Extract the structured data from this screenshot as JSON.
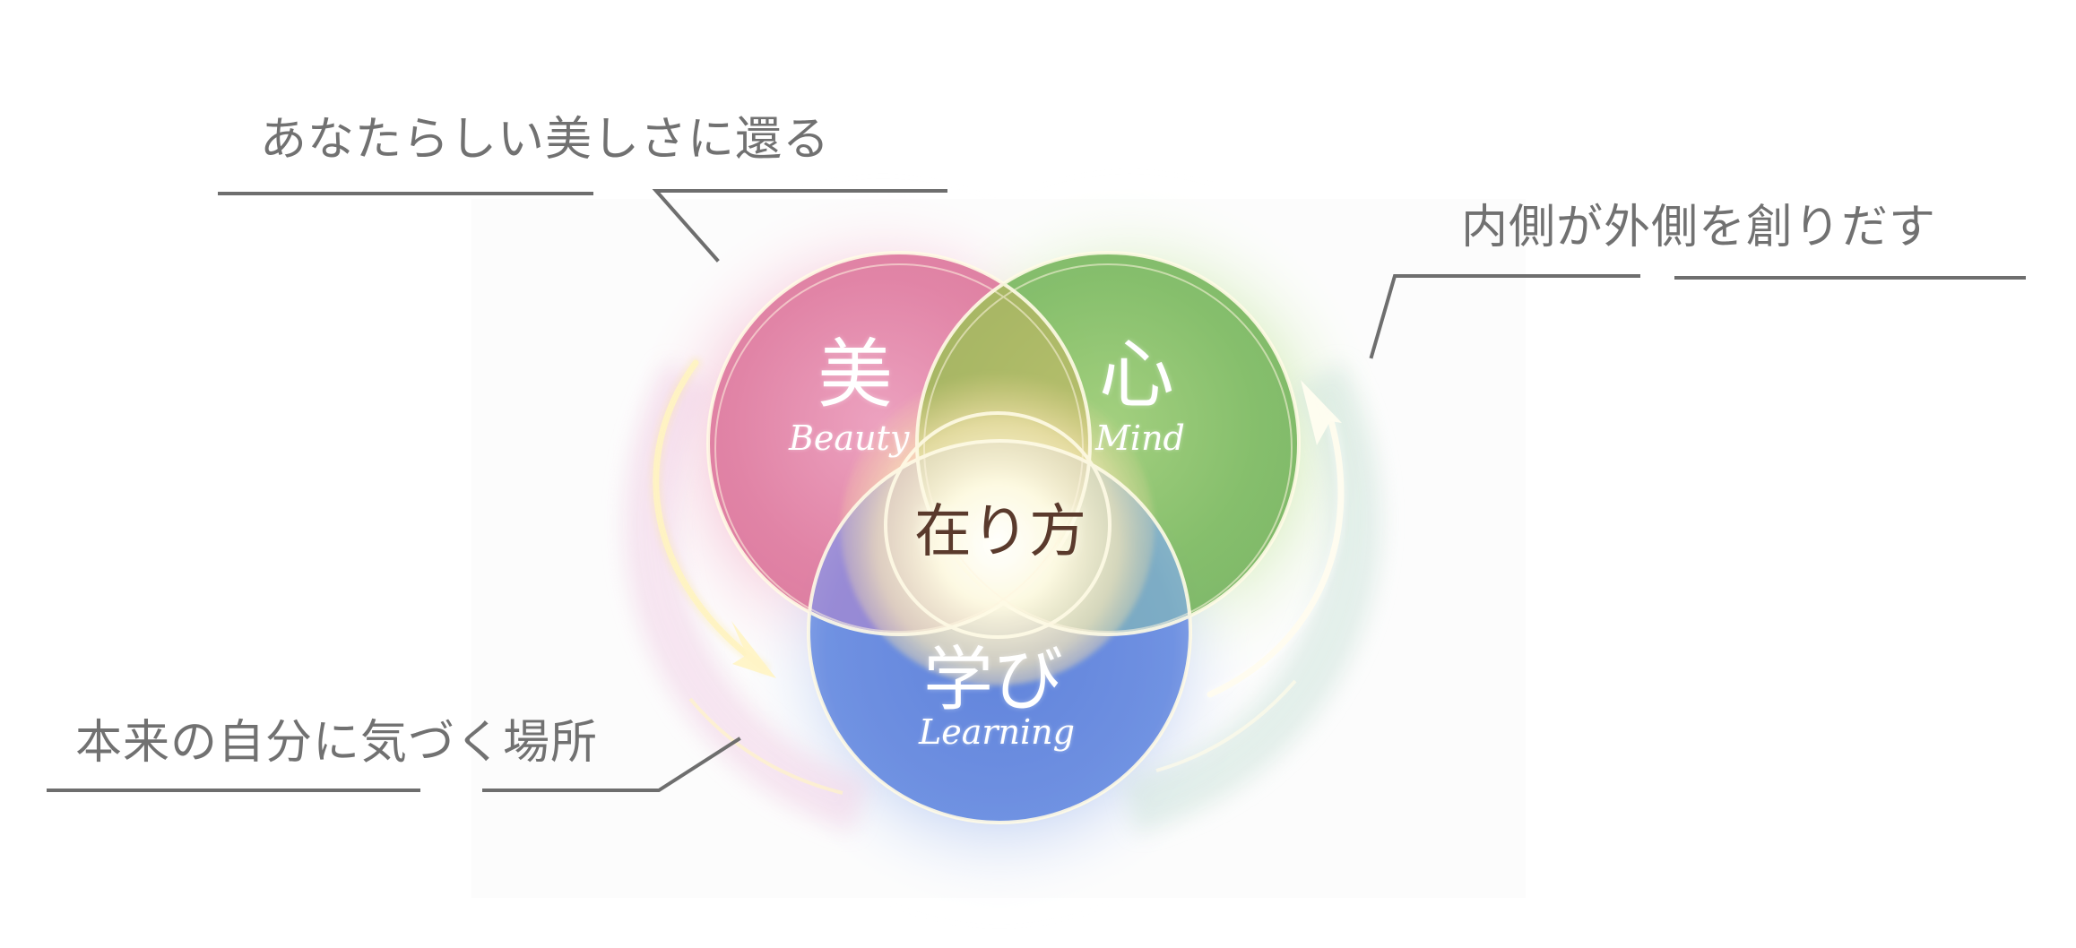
{
  "callouts": {
    "top_left": "あなたらしい美しさに還る",
    "top_right": "内側が外側を創りだす",
    "bottom_left": "本来の自分に気づく場所"
  },
  "circles": [
    {
      "key": "beauty",
      "kanji": "美",
      "english": "Beauty",
      "color": "#e07fa3"
    },
    {
      "key": "mind",
      "kanji": "心",
      "english": "Mind",
      "color": "#86bf6c"
    },
    {
      "key": "learning",
      "kanji": "学び",
      "english": "Learning",
      "color": "#5b80d8"
    }
  ],
  "center": {
    "label": "在り方",
    "color": "#5a3a2c"
  },
  "colors": {
    "callout_text": "#717171",
    "callout_line": "#6e6e6e",
    "glow": "#fff8d8"
  }
}
